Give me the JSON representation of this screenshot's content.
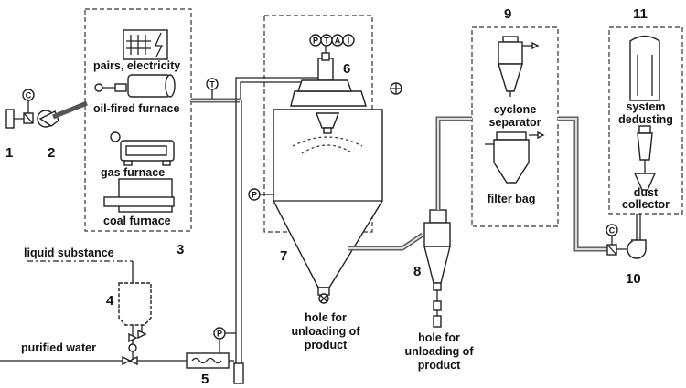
{
  "numbers": {
    "n1": "1",
    "n2": "2",
    "n3": "3",
    "n4": "4",
    "n5": "5",
    "n6": "6",
    "n7": "7",
    "n8": "8",
    "n9": "9",
    "n10": "10",
    "n11": "11"
  },
  "labels": {
    "pairs_electricity": "pairs, electricity",
    "oil_furnace": "oil-fired furnace",
    "gas_furnace": "gas furnace",
    "coal_furnace": "coal furnace",
    "liquid_substance": "liquid substance",
    "purified_water": "purified water",
    "unload7_l1": "hole for",
    "unload7_l2": "unloading of",
    "unload7_l3": "product",
    "unload8_l1": "hole for",
    "unload8_l2": "unloading of",
    "unload8_l3": "product",
    "cyclone_l1": "cyclone",
    "cyclone_l2": "separator",
    "filter_bag": "filter bag",
    "dedust_l1": "system",
    "dedust_l2": "dedusting",
    "collector_l1": "dust",
    "collector_l2": "collector"
  },
  "instruments": {
    "c_left": "C",
    "c_right": "C",
    "t_inlet": "T",
    "p_feed": "P",
    "p_chamber": "P",
    "top_p": "P",
    "top_t": "T",
    "top_a": "A",
    "top_i": "I"
  }
}
